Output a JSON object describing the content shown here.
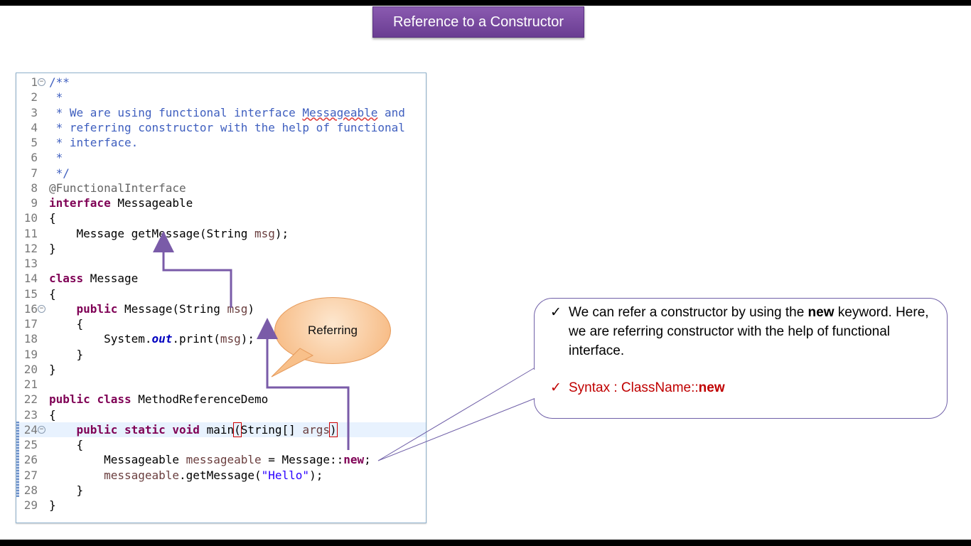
{
  "slide": {
    "title": "Reference to a Constructor"
  },
  "code": [
    {
      "n": "1",
      "fold": true,
      "segs": [
        {
          "t": "/**",
          "c": "cm"
        }
      ]
    },
    {
      "n": "2",
      "segs": [
        {
          "t": " *",
          "c": "cm"
        }
      ]
    },
    {
      "n": "3",
      "segs": [
        {
          "t": " * We are using functional interface ",
          "c": "cm"
        },
        {
          "t": "Messageable",
          "c": "cm squig"
        },
        {
          "t": " and",
          "c": "cm"
        }
      ]
    },
    {
      "n": "4",
      "segs": [
        {
          "t": " * referring constructor with the help of functional",
          "c": "cm"
        }
      ]
    },
    {
      "n": "5",
      "segs": [
        {
          "t": " * interface.",
          "c": "cm"
        }
      ]
    },
    {
      "n": "6",
      "segs": [
        {
          "t": " *",
          "c": "cm"
        }
      ]
    },
    {
      "n": "7",
      "segs": [
        {
          "t": " */",
          "c": "cm"
        }
      ]
    },
    {
      "n": "8",
      "segs": [
        {
          "t": "@FunctionalInterface",
          "c": "an"
        }
      ]
    },
    {
      "n": "9",
      "segs": [
        {
          "t": "interface",
          "c": "kw"
        },
        {
          "t": " Messageable",
          "c": "pl"
        }
      ]
    },
    {
      "n": "10",
      "segs": [
        {
          "t": "{",
          "c": "pl"
        }
      ]
    },
    {
      "n": "11",
      "segs": [
        {
          "t": "    Message getMessage(String ",
          "c": "pl"
        },
        {
          "t": "msg",
          "c": "vr"
        },
        {
          "t": ");",
          "c": "pl"
        }
      ]
    },
    {
      "n": "12",
      "segs": [
        {
          "t": "}",
          "c": "pl"
        }
      ]
    },
    {
      "n": "13",
      "segs": []
    },
    {
      "n": "14",
      "segs": [
        {
          "t": "class",
          "c": "kw"
        },
        {
          "t": " Message",
          "c": "pl"
        }
      ]
    },
    {
      "n": "15",
      "segs": [
        {
          "t": "{",
          "c": "pl"
        }
      ]
    },
    {
      "n": "16",
      "fold": true,
      "segs": [
        {
          "t": "    ",
          "c": "pl"
        },
        {
          "t": "public",
          "c": "kw"
        },
        {
          "t": " Message(String ",
          "c": "pl"
        },
        {
          "t": "msg",
          "c": "vr"
        },
        {
          "t": ")",
          "c": "pl"
        }
      ]
    },
    {
      "n": "17",
      "segs": [
        {
          "t": "    {",
          "c": "pl"
        }
      ]
    },
    {
      "n": "18",
      "segs": [
        {
          "t": "        System.",
          "c": "pl"
        },
        {
          "t": "out",
          "c": "fld"
        },
        {
          "t": ".print(",
          "c": "pl"
        },
        {
          "t": "msg",
          "c": "vr"
        },
        {
          "t": ");",
          "c": "pl"
        }
      ]
    },
    {
      "n": "19",
      "segs": [
        {
          "t": "    }",
          "c": "pl"
        }
      ]
    },
    {
      "n": "20",
      "segs": [
        {
          "t": "}",
          "c": "pl"
        }
      ]
    },
    {
      "n": "21",
      "segs": []
    },
    {
      "n": "22",
      "segs": [
        {
          "t": "public",
          "c": "kw"
        },
        {
          "t": " ",
          "c": "pl"
        },
        {
          "t": "class",
          "c": "kw"
        },
        {
          "t": " MethodReferenceDemo",
          "c": "pl"
        }
      ]
    },
    {
      "n": "23",
      "segs": [
        {
          "t": "{",
          "c": "pl"
        }
      ]
    },
    {
      "n": "24",
      "fold": true,
      "segs": [
        {
          "t": "    ",
          "c": "pl"
        },
        {
          "t": "public",
          "c": "kw"
        },
        {
          "t": " ",
          "c": "pl"
        },
        {
          "t": "static",
          "c": "kw"
        },
        {
          "t": " ",
          "c": "pl"
        },
        {
          "t": "void",
          "c": "kw"
        },
        {
          "t": " main",
          "c": "pl"
        },
        {
          "t": "(",
          "c": "pl paren-box"
        },
        {
          "t": "String[] ",
          "c": "pl"
        },
        {
          "t": "args",
          "c": "vr"
        },
        {
          "t": ")",
          "c": "pl paren-box"
        }
      ]
    },
    {
      "n": "25",
      "segs": [
        {
          "t": "    {",
          "c": "pl"
        }
      ]
    },
    {
      "n": "26",
      "segs": [
        {
          "t": "        Messageable ",
          "c": "pl"
        },
        {
          "t": "messageable",
          "c": "vr"
        },
        {
          "t": " = Message::",
          "c": "pl"
        },
        {
          "t": "new",
          "c": "kw"
        },
        {
          "t": ";",
          "c": "pl"
        }
      ]
    },
    {
      "n": "27",
      "segs": [
        {
          "t": "        ",
          "c": "pl"
        },
        {
          "t": "messageable",
          "c": "vr"
        },
        {
          "t": ".getMessage(",
          "c": "pl"
        },
        {
          "t": "\"Hello\"",
          "c": "st"
        },
        {
          "t": ");",
          "c": "pl"
        }
      ]
    },
    {
      "n": "28",
      "segs": [
        {
          "t": "    }",
          "c": "pl"
        }
      ]
    },
    {
      "n": "29",
      "segs": [
        {
          "t": "}",
          "c": "pl"
        }
      ]
    }
  ],
  "bubble": {
    "label": "Referring"
  },
  "callout": {
    "check_mark": "✓",
    "point1_pre": "We can refer a constructor by using the ",
    "point1_bold": "new",
    "point1_post": " keyword. Here, we are referring constructor with the help of functional interface.",
    "point2_pre": "Syntax : ClassName::",
    "point2_bold": "new"
  },
  "colors": {
    "title_bg": "#7b4ca3",
    "arrow": "#7a5ba8",
    "bubble_fill": "#f8c08a",
    "syntax_red": "#c00000"
  }
}
